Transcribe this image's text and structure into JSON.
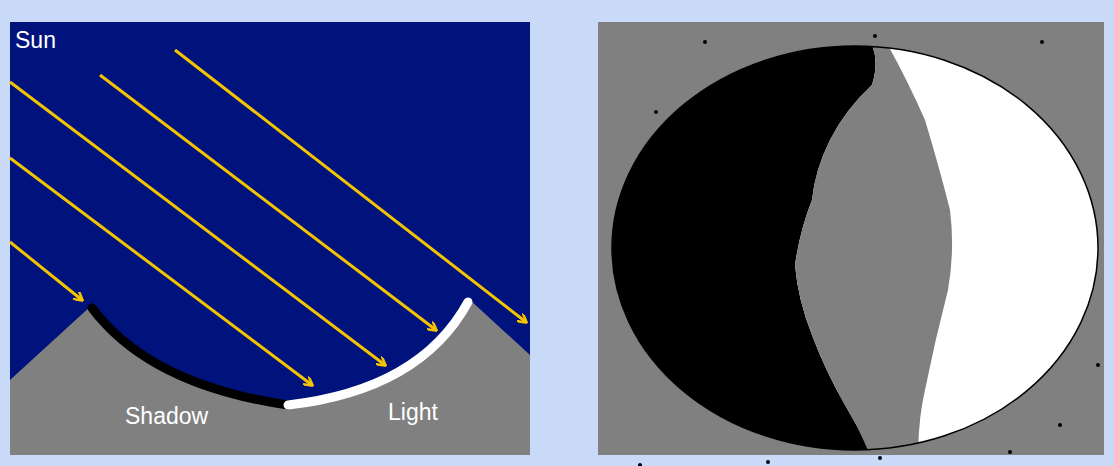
{
  "diagram": {
    "labels": [
      "Sun",
      "Shadow",
      "Light"
    ]
  }
}
